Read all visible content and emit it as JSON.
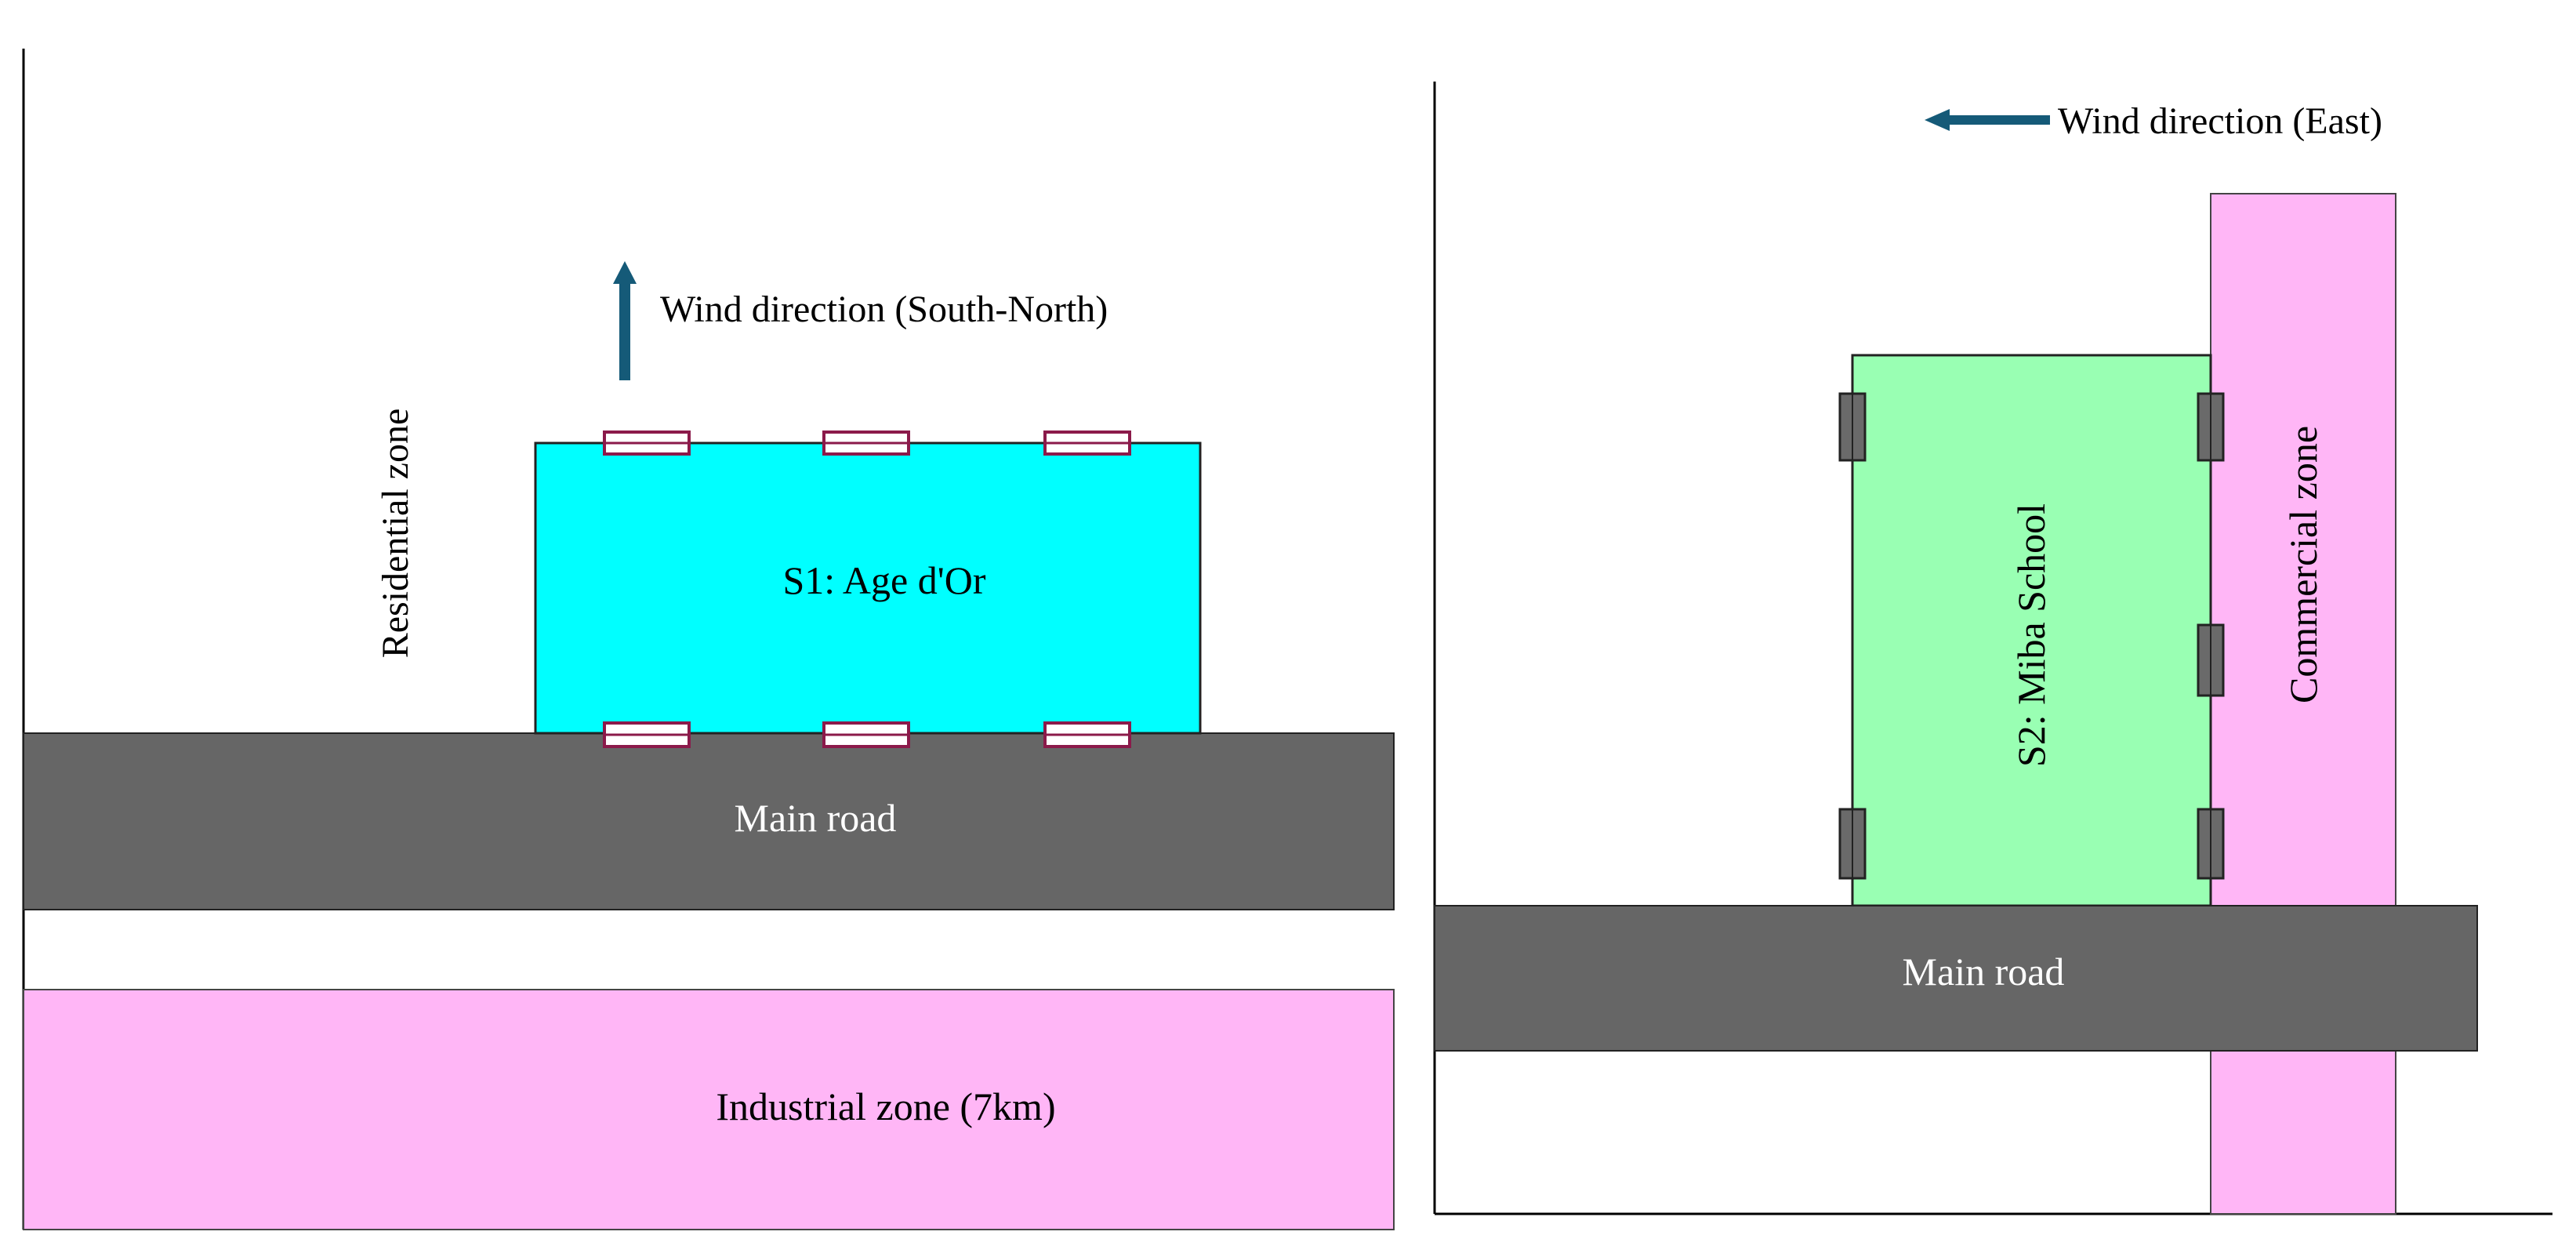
{
  "panel_left": {
    "wind_label": "Wind direction (South-North)",
    "zone_label": "Residential zone",
    "building_label": "S1: Age d'Or",
    "road_label": "Main road",
    "industrial_label": "Industrial zone (7km)"
  },
  "panel_right": {
    "wind_label": "Wind direction (East)",
    "building_label": "S2: Miba School",
    "zone_label": "Commercial zone",
    "road_label": "Main road"
  },
  "colors": {
    "building_s1": "#00ffff",
    "building_s2": "#99ffb3",
    "zone_pink": "#ffb6f6",
    "road": "#666666",
    "arrow": "#155a78",
    "window_border": "#8b1a4a",
    "window_fill_s2": "#6a6a6a",
    "line": "#000000",
    "road_text": "#ffffff",
    "text": "#000000"
  }
}
